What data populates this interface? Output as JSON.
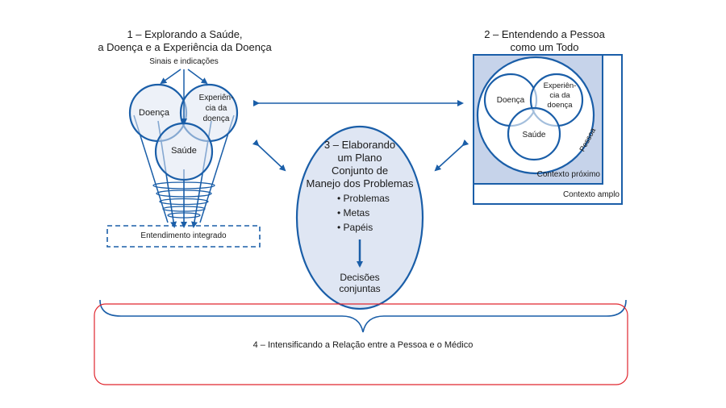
{
  "section1": {
    "title_line1": "1 – Explorando a Saúde,",
    "title_line2": "a Doença e a Experiência da Doença",
    "signals": "Sinais e indicações",
    "circle_doenca": "Doença",
    "circle_experiencia_1": "Experiên-",
    "circle_experiencia_2": "cia da",
    "circle_experiencia_3": "doença",
    "circle_saude": "Saúde",
    "integrated": "Entendimento integrado"
  },
  "section2": {
    "title_line1": "2 – Entendendo a Pessoa",
    "title_line2": "como um Todo",
    "circle_doenca": "Doença",
    "circle_experiencia_1": "Experiên-",
    "circle_experiencia_2": "cia da",
    "circle_experiencia_3": "doença",
    "circle_saude": "Saúde",
    "person": "Pessoa",
    "near_context": "Contexto próximo",
    "wide_context": "Contexto amplo"
  },
  "section3": {
    "title_line1": "3 – Elaborando",
    "title_line2": "um Plano",
    "title_line3": "Conjunto de",
    "title_line4": "Manejo dos Problemas",
    "bullets": [
      "• Problemas",
      "• Metas",
      "• Papéis"
    ],
    "decision_line1": "Decisões",
    "decision_line2": "conjuntas"
  },
  "section4": {
    "title": "4 – Intensificando a Relação entre a Pessoa e o Médico"
  },
  "colors": {
    "blue": "#1a5ea8",
    "light_blue": "#dfe6f3",
    "medium_blue": "#c6d3ea",
    "red": "#e0262e"
  }
}
